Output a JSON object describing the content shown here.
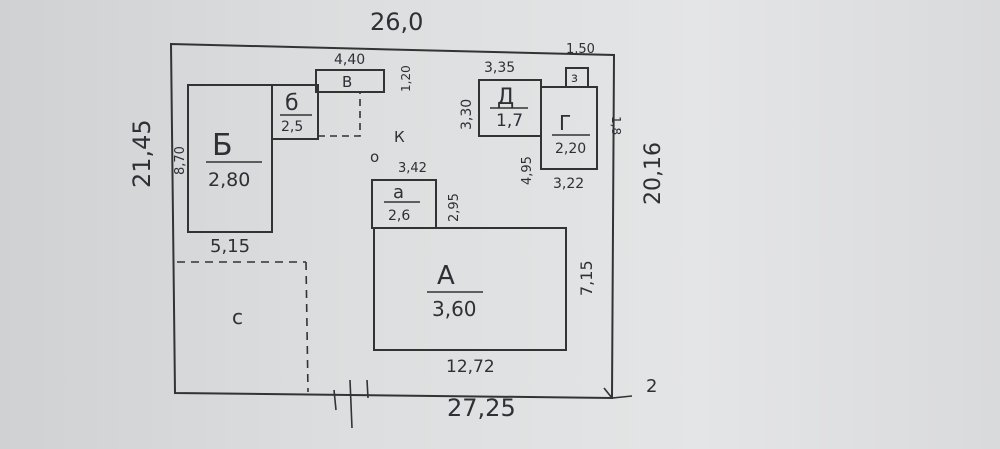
{
  "plan": {
    "plot": {
      "top": "26,0",
      "bottom": "27,25",
      "left": "21,45",
      "right": "20,16",
      "corner_mark": "2",
      "left_building_height": "8,70"
    },
    "buildings": {
      "A": {
        "letter": "А",
        "area": "3,60",
        "width": "12,72",
        "height": "7,15"
      },
      "a": {
        "letter": "а",
        "area": "2,6",
        "width": "3,42",
        "height": "2,95"
      },
      "B_big": {
        "letter": "Б",
        "area": "2,80",
        "width": "5,15"
      },
      "b_small": {
        "letter": "б",
        "area": "2,5"
      },
      "V": {
        "letter": "В",
        "width": "4,40",
        "height": "1,20"
      },
      "D": {
        "letter": "Д",
        "area": "1,7",
        "width": "3,35",
        "height": "3,30"
      },
      "G": {
        "letter": "Г",
        "area": "2,20",
        "width": "3,22",
        "height": "4,95"
      },
      "Z": {
        "letter": "з",
        "width": "1,50",
        "height": "1,8"
      }
    },
    "yard": {
      "label_k": "К",
      "label_o": "о"
    },
    "garden_label": "с"
  }
}
